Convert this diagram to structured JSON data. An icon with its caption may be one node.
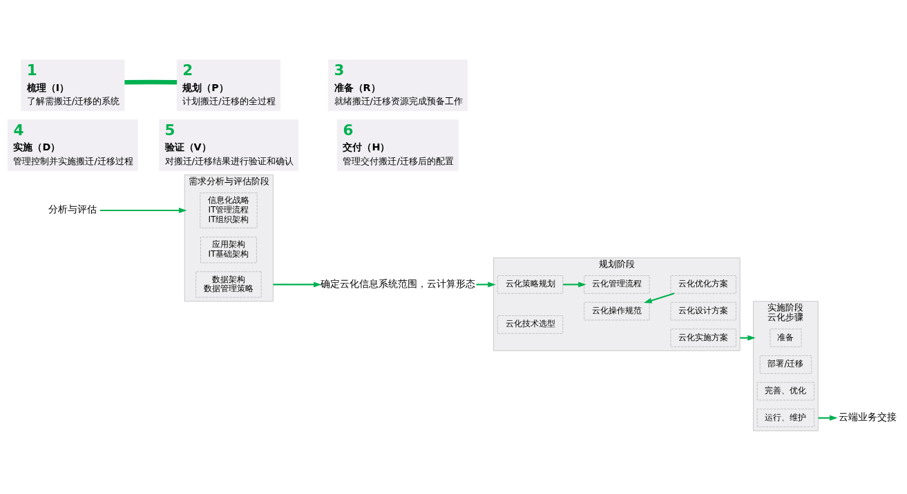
{
  "diagram": {
    "nodes": [
      {
        "text": [
          "分析与评估"
        ]
      },
      {
        "text": [
          "需求分析与评估阶段"
        ]
      },
      {
        "text": [
          "信息化战略",
          "IT管理流程",
          "IT组织架构"
        ],
        "in": 1
      },
      {
        "text": [
          "应用架构",
          "IT基础架构"
        ],
        "in": 1
      },
      {
        "text": [
          "数据架构",
          "数据管理策略"
        ],
        "in": 1
      },
      {
        "text": [
          "确定云化信息系统范围，云计算形态"
        ]
      },
      {
        "text": [
          "规划阶段"
        ]
      },
      {
        "text": [
          "云化策略规划"
        ],
        "in": 6
      },
      {
        "text": [
          "云化技术选型"
        ],
        "in": 6
      },
      {
        "text": [
          "云化管理流程"
        ],
        "in": 6
      },
      {
        "text": [
          "云化操作规范"
        ],
        "in": 6
      },
      {
        "text": [
          "云化设计方案"
        ],
        "in": 6
      },
      {
        "text": [
          "云化优化方案"
        ],
        "in": 6
      },
      {
        "text": [
          "云化实施方案"
        ],
        "in": 6
      },
      {
        "text": [
          "实施阶段",
          "云化步骤"
        ]
      },
      {
        "text": [
          "准备"
        ],
        "in": 14
      },
      {
        "text": [
          "部署/迁移"
        ],
        "in": 14
      },
      {
        "text": [
          "完善、优化"
        ],
        "in": 14
      },
      {
        "text": [
          "运行、维护"
        ],
        "in": 14
      },
      {
        "text": [
          "云端业务交接"
        ]
      },
      {
        "text": [
          "1",
          "梳理（I）",
          "了解需搬迁/迁移的系统"
        ]
      },
      {
        "text": [
          "2",
          "规划（P）",
          "计划搬迁/迁移的全过程"
        ]
      },
      {
        "text": [
          "3",
          "准备（R）",
          "就绪搬迁/迁移资源完成预备工作"
        ]
      },
      {
        "text": [
          "4",
          "实施（D）",
          "管理控制并实施搬迁/迁移过程"
        ]
      },
      {
        "text": [
          "5",
          "验证（V）",
          "对搬迁/迁移结果进行验证和确认"
        ]
      },
      {
        "text": [
          "6",
          "交付（H）",
          "管理交付搬迁/迁移后的配置"
        ]
      }
    ],
    "edges": [
      {
        "from": 0,
        "to": 1,
        "arrow": "to"
      },
      {
        "from": 1,
        "to": 5,
        "arrow": "to"
      },
      {
        "from": 5,
        "to": 6,
        "arrow": "to"
      },
      {
        "from": 7,
        "to": 9,
        "arrow": "to"
      },
      {
        "from": 12,
        "to": 10,
        "arrow": "to"
      },
      {
        "from": 6,
        "to": 14,
        "arrow": "to"
      },
      {
        "from": 14,
        "to": 19,
        "arrow": "to"
      },
      {
        "from": 20,
        "to": 21,
        "arrow": "none",
        "style": "thick"
      }
    ]
  }
}
